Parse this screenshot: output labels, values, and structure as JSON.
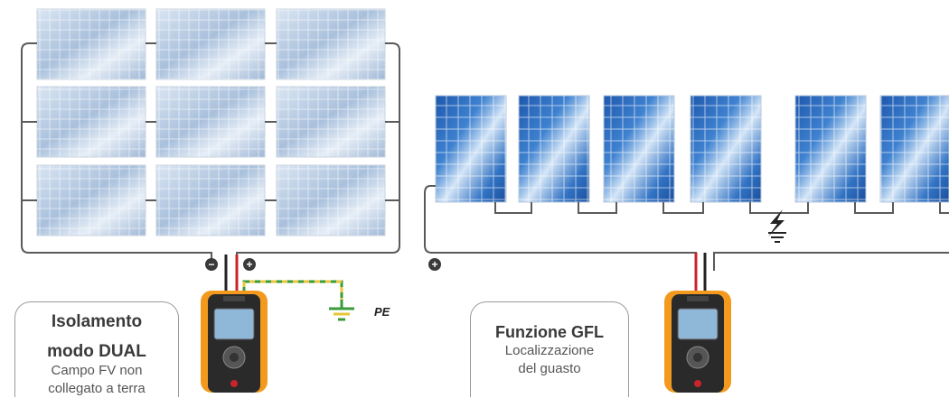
{
  "diagram": {
    "left_callout": {
      "title_line1": "Isolamento",
      "title_line2": "modo DUAL",
      "sub_line1": "Campo FV non",
      "sub_line2": "collegato a terra"
    },
    "right_callout": {
      "title": "Funzione GFL",
      "sub_line1": "Localizzazione",
      "sub_line2": "del guasto"
    },
    "pe_label": "PE",
    "terminals": {
      "minus": "−",
      "plus": "+"
    },
    "colors": {
      "panel_blue": "#2a66b8",
      "panel_light": "#c9d9ec",
      "wire_gray": "#5a5a5a",
      "wire_red": "#c8242b",
      "wire_black": "#222222",
      "ground_green": "#3a9b3a",
      "ground_yellow": "#e8c53a",
      "tester_orange": "#f39a1e"
    },
    "icons": [
      "solar-panel-icon",
      "ground-symbol-icon",
      "fault-bolt-icon",
      "multimeter-tester-icon"
    ]
  }
}
